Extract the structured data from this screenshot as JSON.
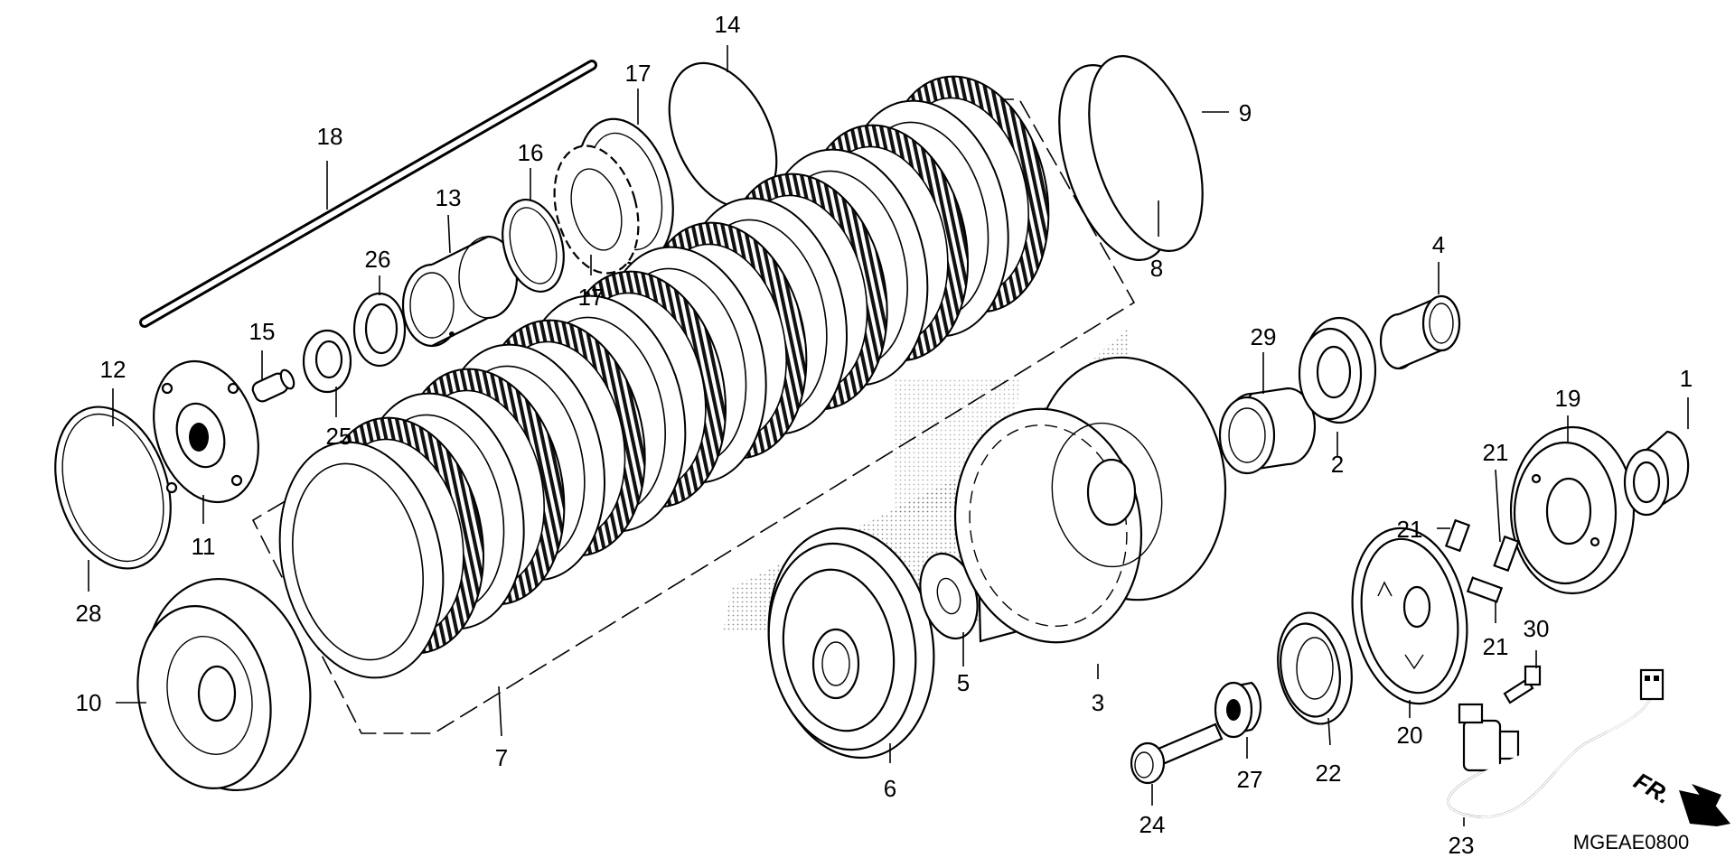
{
  "diagram": {
    "code": "MGEAE0800",
    "direction_label": "FR.",
    "callouts": [
      "1",
      "2",
      "3",
      "4",
      "5",
      "6",
      "7",
      "8",
      "9",
      "10",
      "11",
      "12",
      "13",
      "14",
      "15",
      "16",
      "17",
      "17",
      "18",
      "19",
      "20",
      "21",
      "21",
      "21",
      "22",
      "23",
      "24",
      "25",
      "26",
      "27",
      "28",
      "29",
      "30"
    ]
  }
}
